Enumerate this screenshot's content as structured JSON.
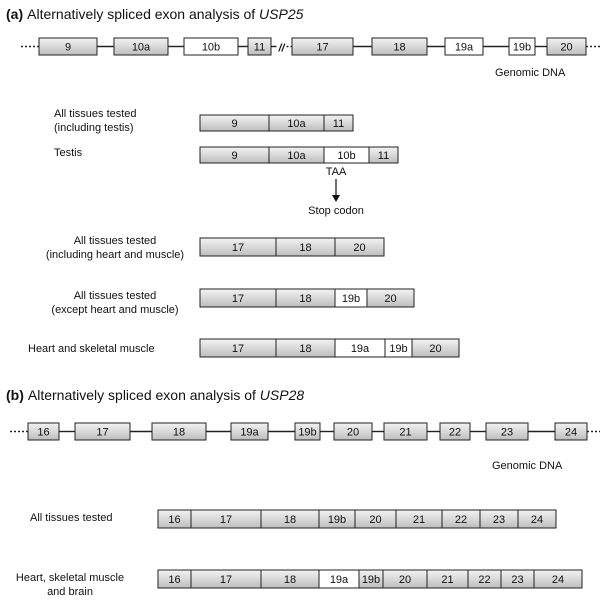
{
  "colors": {
    "exon_gray": "#d9d9d9",
    "exon_white": "#ffffff",
    "stroke": "#222222"
  },
  "panel_a": {
    "letter": "(a)",
    "title": "Alternatively spliced exon analysis of ",
    "gene": "USP25",
    "genomic_label": "Genomic DNA",
    "genomic_exons": [
      {
        "label": "9",
        "fill": "gray"
      },
      {
        "label": "10a",
        "fill": "gray"
      },
      {
        "label": "10b",
        "fill": "white"
      },
      {
        "label": "11",
        "fill": "gray"
      },
      {
        "label": "17",
        "fill": "gray"
      },
      {
        "label": "18",
        "fill": "gray"
      },
      {
        "label": "19a",
        "fill": "white"
      },
      {
        "label": "19b",
        "fill": "white"
      },
      {
        "label": "20",
        "fill": "gray"
      }
    ],
    "break_symbol": "//",
    "transcripts": [
      {
        "label_lines": [
          "All tissues tested",
          "(including testis)"
        ],
        "exons": [
          {
            "label": "9",
            "fill": "gray"
          },
          {
            "label": "10a",
            "fill": "gray"
          },
          {
            "label": "11",
            "fill": "gray"
          }
        ]
      },
      {
        "label_lines": [
          "Testis"
        ],
        "exons": [
          {
            "label": "9",
            "fill": "gray"
          },
          {
            "label": "10a",
            "fill": "gray"
          },
          {
            "label": "10b",
            "fill": "white"
          },
          {
            "label": "11",
            "fill": "gray"
          }
        ]
      },
      {
        "label_lines": [
          "All tissues tested",
          "(including heart and muscle)"
        ],
        "exons": [
          {
            "label": "17",
            "fill": "gray"
          },
          {
            "label": "18",
            "fill": "gray"
          },
          {
            "label": "20",
            "fill": "gray"
          }
        ]
      },
      {
        "label_lines": [
          "All tissues tested",
          "(except heart and muscle)"
        ],
        "exons": [
          {
            "label": "17",
            "fill": "gray"
          },
          {
            "label": "18",
            "fill": "gray"
          },
          {
            "label": "19b",
            "fill": "white"
          },
          {
            "label": "20",
            "fill": "gray"
          }
        ]
      },
      {
        "label_lines": [
          "Heart and skeletal muscle"
        ],
        "exons": [
          {
            "label": "17",
            "fill": "gray"
          },
          {
            "label": "18",
            "fill": "gray"
          },
          {
            "label": "19a",
            "fill": "white"
          },
          {
            "label": "19b",
            "fill": "white"
          },
          {
            "label": "20",
            "fill": "gray"
          }
        ]
      }
    ],
    "codon_label": "TAA",
    "stop_label": "Stop codon"
  },
  "panel_b": {
    "letter": "(b)",
    "title": "Alternatively spliced exon analysis of ",
    "gene": "USP28",
    "genomic_label": "Genomic DNA",
    "genomic_exons": [
      {
        "label": "16",
        "fill": "gray"
      },
      {
        "label": "17",
        "fill": "gray"
      },
      {
        "label": "18",
        "fill": "gray"
      },
      {
        "label": "19a",
        "fill": "gray"
      },
      {
        "label": "19b",
        "fill": "gray"
      },
      {
        "label": "20",
        "fill": "gray"
      },
      {
        "label": "21",
        "fill": "gray"
      },
      {
        "label": "22",
        "fill": "gray"
      },
      {
        "label": "23",
        "fill": "gray"
      },
      {
        "label": "24",
        "fill": "gray"
      }
    ],
    "transcripts": [
      {
        "label_lines": [
          "All tissues tested"
        ],
        "exons": [
          {
            "label": "16",
            "fill": "gray"
          },
          {
            "label": "17",
            "fill": "gray"
          },
          {
            "label": "18",
            "fill": "gray"
          },
          {
            "label": "19b",
            "fill": "gray"
          },
          {
            "label": "20",
            "fill": "gray"
          },
          {
            "label": "21",
            "fill": "gray"
          },
          {
            "label": "22",
            "fill": "gray"
          },
          {
            "label": "23",
            "fill": "gray"
          },
          {
            "label": "24",
            "fill": "gray"
          }
        ]
      },
      {
        "label_lines": [
          "Heart, skeletal muscle",
          "and brain"
        ],
        "exons": [
          {
            "label": "16",
            "fill": "gray"
          },
          {
            "label": "17",
            "fill": "gray"
          },
          {
            "label": "18",
            "fill": "gray"
          },
          {
            "label": "19a",
            "fill": "white"
          },
          {
            "label": "19b",
            "fill": "gray"
          },
          {
            "label": "20",
            "fill": "gray"
          },
          {
            "label": "21",
            "fill": "gray"
          },
          {
            "label": "22",
            "fill": "gray"
          },
          {
            "label": "23",
            "fill": "gray"
          },
          {
            "label": "24",
            "fill": "gray"
          }
        ]
      }
    ]
  }
}
